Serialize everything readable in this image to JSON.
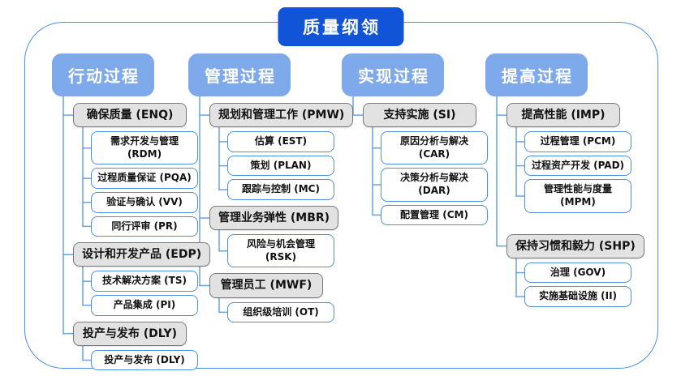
{
  "title": "质量纲领",
  "colors": {
    "title_bg": "#1254d8",
    "header_bg": "#7ea9ea",
    "l2_bg": "#e2e2e2",
    "l2_border": "#7a7a7a",
    "l3_border": "#4a8fe0",
    "connector": "#6aa2e6",
    "frame_border": "#4a90e2"
  },
  "columns": [
    {
      "header": "行动过程",
      "groups": [
        {
          "label": "确保质量 (ENQ)",
          "children": [
            "需求开发与管理 (RDM)",
            "过程质量保证 (PQA)",
            "验证与确认 (VV)",
            "同行评审 (PR)"
          ]
        },
        {
          "label": "设计和开发产品 (EDP)",
          "children": [
            "技术解决方案 (TS)",
            "产品集成 (PI)"
          ]
        },
        {
          "label": "投产与发布 (DLY)",
          "children": [
            "投产与发布 (DLY)"
          ]
        }
      ]
    },
    {
      "header": "管理过程",
      "groups": [
        {
          "label": "规划和管理工作 (PMW)",
          "children": [
            "估算 (EST)",
            "策划 (PLAN)",
            "跟踪与控制 (MC)"
          ]
        },
        {
          "label": "管理业务弹性 (MBR)",
          "children": [
            "风险与机会管理 (RSK)"
          ]
        },
        {
          "label": "管理员工 (MWF)",
          "children": [
            "组织级培训 (OT)"
          ]
        }
      ]
    },
    {
      "header": "实现过程",
      "groups": [
        {
          "label": "支持实施 (SI)",
          "children": [
            "原因分析与解决 (CAR)",
            "决策分析与解决 (DAR)",
            "配置管理 (CM)"
          ]
        }
      ]
    },
    {
      "header": "提高过程",
      "groups": [
        {
          "label": "提高性能 (IMP)",
          "children": [
            "过程管理 (PCM)",
            "过程资产开发 (PAD)",
            "管理性能与度量 (MPM)"
          ]
        },
        {
          "label": "保持习惯和毅力 (SHP)",
          "children": [
            "治理 (GOV)",
            "实施基础设施 (II)"
          ]
        }
      ]
    }
  ]
}
